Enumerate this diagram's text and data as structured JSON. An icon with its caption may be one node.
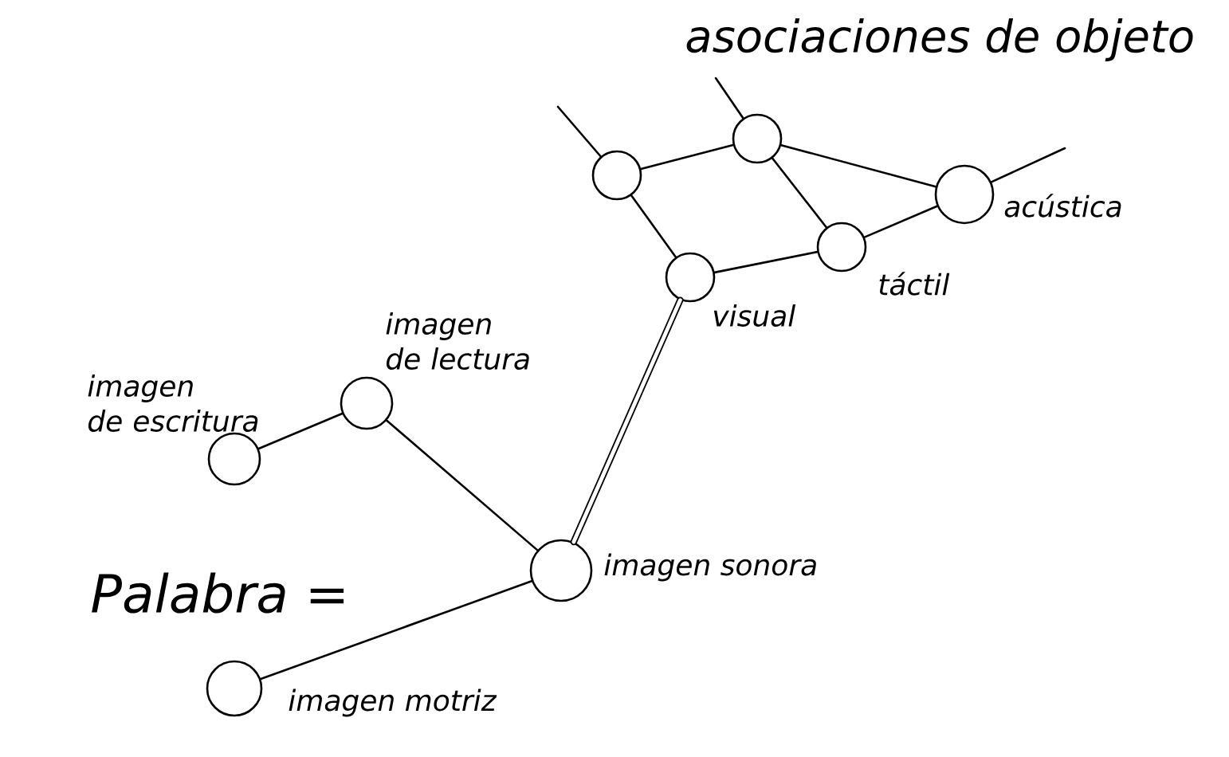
{
  "diagram": {
    "nodes": [
      {
        "text": [],
        "shape": "circle"
      },
      {
        "text": [],
        "shape": "circle"
      },
      {
        "text": [],
        "shape": "circle",
        "beside": [
          "acústica"
        ]
      },
      {
        "text": [],
        "shape": "circle",
        "beside": [
          "táctil"
        ]
      },
      {
        "text": [],
        "shape": "circle",
        "beside": [
          "visual"
        ]
      },
      {
        "text": [],
        "shape": "circle",
        "beside": [
          "imagen de lectura"
        ]
      },
      {
        "text": [],
        "shape": "circle",
        "beside": [
          "imagen de escritura"
        ]
      },
      {
        "text": [],
        "shape": "circle",
        "beside": [
          "imagen sonora"
        ]
      },
      {
        "text": [],
        "shape": "circle",
        "beside": [
          "imagen motriz"
        ]
      }
    ],
    "edges": [
      {
        "from": null,
        "to": 0,
        "arrow": "none"
      },
      {
        "from": null,
        "to": 1,
        "arrow": "none"
      },
      {
        "from": 0,
        "to": 1,
        "arrow": "none"
      },
      {
        "from": 0,
        "to": 4,
        "arrow": "none"
      },
      {
        "from": 1,
        "to": 2,
        "arrow": "none"
      },
      {
        "from": 1,
        "to": 3,
        "arrow": "none"
      },
      {
        "from": 4,
        "to": 3,
        "arrow": "none"
      },
      {
        "from": 3,
        "to": 2,
        "arrow": "none"
      },
      {
        "from": 2,
        "to": null,
        "arrow": "none"
      },
      {
        "from": 4,
        "to": 7,
        "arrow": "none",
        "style": "thick"
      },
      {
        "from": 5,
        "to": 6,
        "arrow": "none"
      },
      {
        "from": 5,
        "to": 7,
        "arrow": "none"
      },
      {
        "from": 7,
        "to": 8,
        "arrow": "none"
      }
    ],
    "labels": [
      "asociaciones de objeto",
      "Palabra ="
    ]
  }
}
